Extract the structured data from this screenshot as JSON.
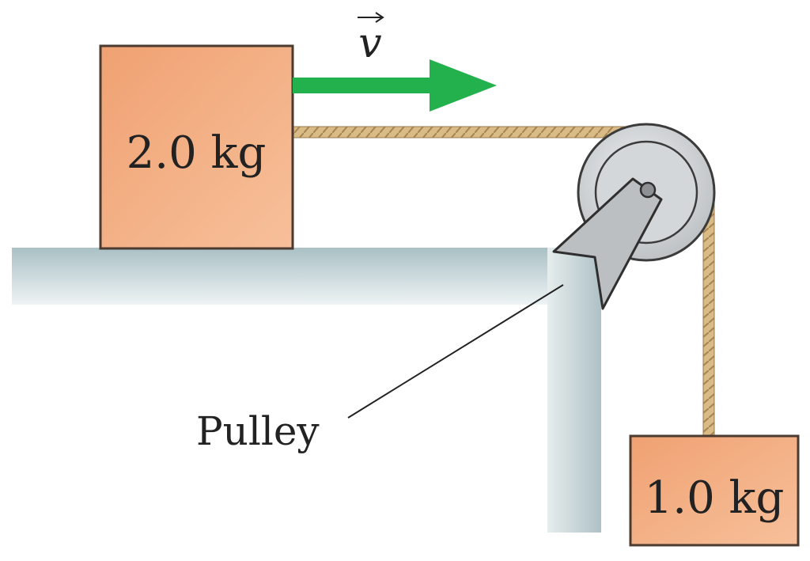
{
  "block_large": {
    "mass_label": "2.0 kg"
  },
  "block_small": {
    "mass_label": "1.0 kg"
  },
  "velocity": {
    "symbol": "v"
  },
  "pulley": {
    "label": "Pulley"
  },
  "colors": {
    "block_fill": "#f2ab7c",
    "block_stroke": "#4a3a30",
    "arrow": "#22b14c",
    "rope": "#c9a56e",
    "table": "#c2d3d6",
    "pulley_wheel": "#cfd2d4",
    "bracket": "#b9bcbf"
  }
}
